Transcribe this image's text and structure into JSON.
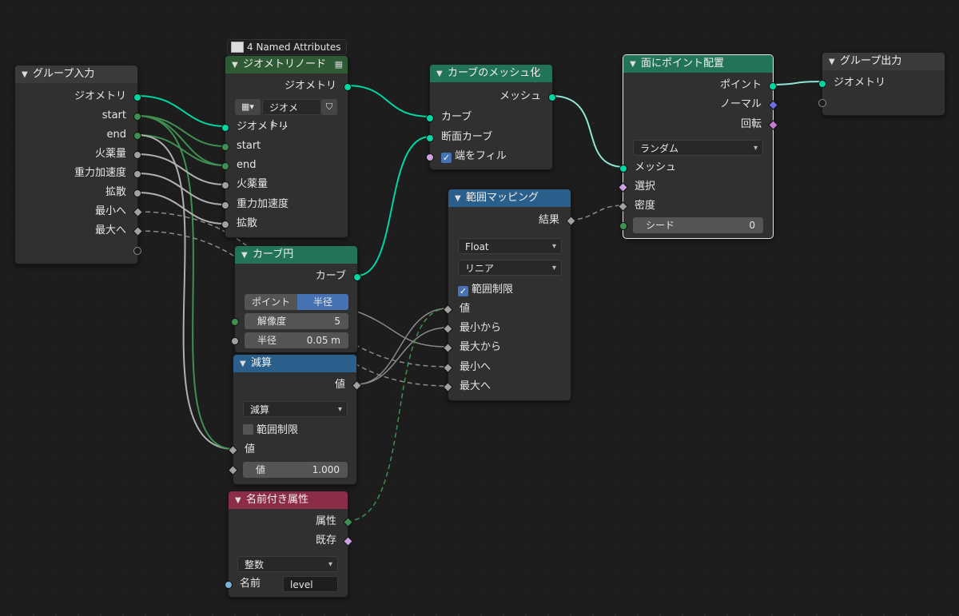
{
  "badge": {
    "label": "4 Named Attributes"
  },
  "colors": {
    "geometry": "#00d6a3",
    "integer": "#3f8f52",
    "float": "#a1a1a1",
    "vector": "#6d6ee0",
    "rotation": "#c47ccf",
    "accent": "#4772b3"
  },
  "group_input": {
    "title": "グループ入力",
    "outputs": [
      "ジオメトリ",
      "start",
      "end",
      "火薬量",
      "重力加速度",
      "拡散",
      "最小へ",
      "最大へ"
    ]
  },
  "geo_node": {
    "title": "ジオメトリノード",
    "output": "ジオメトリ",
    "datablock": "ジオメト...",
    "inputs": [
      "ジオメトリ",
      "start",
      "end",
      "火薬量",
      "重力加速度",
      "拡散"
    ]
  },
  "curve_to_mesh": {
    "title": "カーブのメッシュ化",
    "output": "メッシュ",
    "inputs": [
      "カーブ",
      "断面カーブ"
    ],
    "fill_caps": "端をフィル"
  },
  "distribute": {
    "title": "面にポイント配置",
    "outputs": [
      "ポイント",
      "ノーマル",
      "回転"
    ],
    "mode": "ランダム",
    "inputs": [
      "メッシュ",
      "選択",
      "密度"
    ],
    "seed_label": "シード",
    "seed_value": "0"
  },
  "group_output": {
    "title": "グループ出力",
    "input": "ジオメトリ"
  },
  "map_range": {
    "title": "範囲マッピング",
    "output": "結果",
    "type": "Float",
    "interp": "リニア",
    "clamp": "範囲制限",
    "inputs": [
      "値",
      "最小から",
      "最大から",
      "最小へ",
      "最大へ"
    ]
  },
  "curve_circle": {
    "title": "カーブ円",
    "output": "カーブ",
    "mode_a": "ポイント",
    "mode_b": "半径",
    "res_label": "解像度",
    "res_value": "5",
    "rad_label": "半径",
    "rad_value": "0.05 m"
  },
  "subtract": {
    "title": "減算",
    "output": "値",
    "op": "減算",
    "clamp": "範囲制限",
    "input_a": "値",
    "input_b_label": "値",
    "input_b_value": "1.000"
  },
  "named_attr": {
    "title": "名前付き属性",
    "outputs": [
      "属性",
      "既存"
    ],
    "type": "整数",
    "name_label": "名前",
    "name_value": "level"
  }
}
